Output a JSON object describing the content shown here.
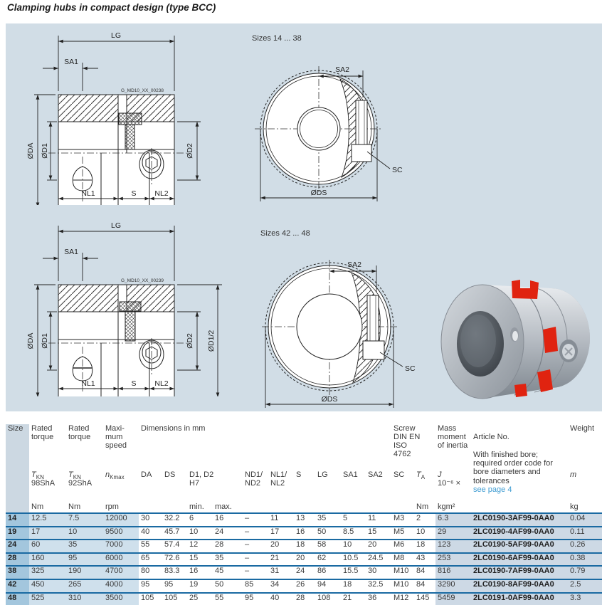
{
  "page": {
    "title": "Clamping hubs in compact design (type BCC)"
  },
  "drawings": {
    "front_section_top": {
      "code": "G_MD10_XX_00238",
      "dim_lg": "LG",
      "dim_sa1": "SA1",
      "dim_da": "ØDA",
      "dim_d1": "ØD1",
      "dim_d2": "ØD2",
      "dim_nl1": "NL1",
      "dim_s": "S",
      "dim_nl2": "NL2"
    },
    "side_view_top": {
      "title": "Sizes 14 ... 38",
      "dim_sa2": "SA2",
      "dim_sc": "SC",
      "dim_ds": "ØDS"
    },
    "front_section_bottom": {
      "code": "G_MD10_XX_00239",
      "dim_lg": "LG",
      "dim_sa1": "SA1",
      "dim_da": "ØDA",
      "dim_d1": "ØD1",
      "dim_d2": "ØD2",
      "dim_d12": "ØD1/2",
      "dim_nl1": "NL1",
      "dim_s": "S",
      "dim_nl2": "NL2"
    },
    "side_view_bottom": {
      "title": "Sizes 42 ... 48",
      "dim_sa2": "SA2",
      "dim_sc": "SC",
      "dim_ds": "ØDS"
    }
  },
  "colors": {
    "panel_bg": "#d1dde6",
    "row_separator": "#1a6aa2",
    "size_col_bg": "#a3c6dd",
    "light_col_bg": "#cfe0ec",
    "right_col_bg": "#cdd9e5",
    "link": "#3f9cd2",
    "spider_red": "#e02310"
  },
  "table": {
    "headers": {
      "size": "Size",
      "rated_torque_98": "Rated\ntorque",
      "rated_torque_92": "Rated\ntorque",
      "max_speed": "Maxi-\nmum\nspeed",
      "dimensions": "Dimensions in mm",
      "screw": "Screw\nDIN EN ISO\n4762",
      "mass_moment": "Mass\nmoment\nof inertia",
      "article_no": "Article No.",
      "article_note": "With finished bore; required order code for bore diameters and tolerances",
      "article_link": "see page 4",
      "weight": "Weight",
      "tkn_sym": "T",
      "tkn_sub": "KN",
      "shore98": "98ShA",
      "shore92": "92ShA",
      "n_sym": "n",
      "n_sub": "Kmax",
      "col_da": "DA",
      "col_ds": "DS",
      "col_d1d2": "D1, D2\nH7",
      "col_min": "min.",
      "col_max": "max.",
      "col_nd": "ND1/\nND2",
      "col_nl": "NL1/\nNL2",
      "col_s": "S",
      "col_lg": "LG",
      "col_sa1": "SA1",
      "col_sa2": "SA2",
      "col_sc": "SC",
      "ta_sym": "T",
      "ta_sub": "A",
      "j_sym": "J",
      "j_factor": "10⁻⁶ ×",
      "weight_sym": "m",
      "unit_nm": "Nm",
      "unit_rpm": "rpm",
      "unit_kgm2": "kgm²",
      "unit_kg": "kg"
    },
    "rows": [
      [
        "14",
        "12.5",
        "7.5",
        "12000",
        "30",
        "32.2",
        "6",
        "16",
        "–",
        "11",
        "13",
        "35",
        "5",
        "11",
        "M3",
        "2",
        "6.3",
        "2LC0190-3AF99-0AA0",
        "0.04"
      ],
      [
        "19",
        "17",
        "10",
        "9500",
        "40",
        "45.7",
        "10",
        "24",
        "–",
        "17",
        "16",
        "50",
        "8.5",
        "15",
        "M5",
        "10",
        "29",
        "2LC0190-4AF99-0AA0",
        "0.11"
      ],
      [
        "24",
        "60",
        "35",
        "7000",
        "55",
        "57.4",
        "12",
        "28",
        "–",
        "20",
        "18",
        "58",
        "10",
        "20",
        "M6",
        "18",
        "123",
        "2LC0190-5AF99-0AA0",
        "0.26"
      ],
      [
        "28",
        "160",
        "95",
        "6000",
        "65",
        "72.6",
        "15",
        "35",
        "–",
        "21",
        "20",
        "62",
        "10.5",
        "24.5",
        "M8",
        "43",
        "253",
        "2LC0190-6AF99-0AA0",
        "0.38"
      ],
      [
        "38",
        "325",
        "190",
        "4700",
        "80",
        "83.3",
        "16",
        "45",
        "–",
        "31",
        "24",
        "86",
        "15.5",
        "30",
        "M10",
        "84",
        "816",
        "2LC0190-7AF99-0AA0",
        "0.79"
      ],
      [
        "42",
        "450",
        "265",
        "4000",
        "95",
        "95",
        "19",
        "50",
        "85",
        "34",
        "26",
        "94",
        "18",
        "32.5",
        "M10",
        "84",
        "3290",
        "2LC0190-8AF99-0AA0",
        "2.5"
      ],
      [
        "48",
        "525",
        "310",
        "3500",
        "105",
        "105",
        "25",
        "55",
        "95",
        "40",
        "28",
        "108",
        "21",
        "36",
        "M12",
        "145",
        "5459",
        "2LC0191-0AF99-0AA0",
        "3.3"
      ]
    ]
  }
}
